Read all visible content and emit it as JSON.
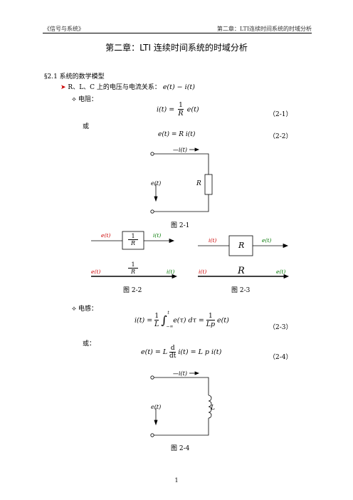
{
  "header": {
    "left": "《信号与系统》",
    "right": "第二章：LTI连续时间系统的时域分析"
  },
  "title": "第二章：LTI 连续时间系统的时域分析",
  "section": "§2.1 系统的数学模型",
  "bullet1": {
    "text": "R、L、C 上的电压与电流关系：",
    "formula": "e(t) − i(t)"
  },
  "resistor": {
    "label": "电阻：",
    "or": "或"
  },
  "eq21": {
    "lhs": "i(t) =",
    "num": "1",
    "den": "R",
    "rhs": "e(t)",
    "tag": "（2-1）"
  },
  "eq22": {
    "expr": "e(t) = R i(t)",
    "tag": "（2-2）"
  },
  "fig21": {
    "current": "i(t)",
    "voltage": "e(t)",
    "element": "R",
    "caption": "图 2-1"
  },
  "fig22": {
    "in": "e(t)",
    "out": "i(t)",
    "num": "1",
    "den": "R",
    "caption": "图 2-2"
  },
  "fig23": {
    "in": "i(t)",
    "out": "e(t)",
    "element": "R",
    "caption": "图 2-3"
  },
  "inductor": {
    "label": "电感：",
    "or": "或："
  },
  "eq23": {
    "lhs": "i(t) =",
    "num": "1",
    "den": "L",
    "upper": "t",
    "lower": "−∞",
    "integrand": "e(τ) dτ =",
    "num2": "1",
    "den2": "Lp",
    "rhs": "e(t)",
    "tag": "（2-3）"
  },
  "eq24": {
    "lhs": "e(t) = L",
    "num": "d",
    "den": "dt",
    "rhs": "i(t) = L p i(t)",
    "tag": "（2-4）"
  },
  "fig24": {
    "current": "i(t)",
    "voltage": "e(t)",
    "element": "L",
    "caption": "图 2-4"
  },
  "page_number": "1"
}
